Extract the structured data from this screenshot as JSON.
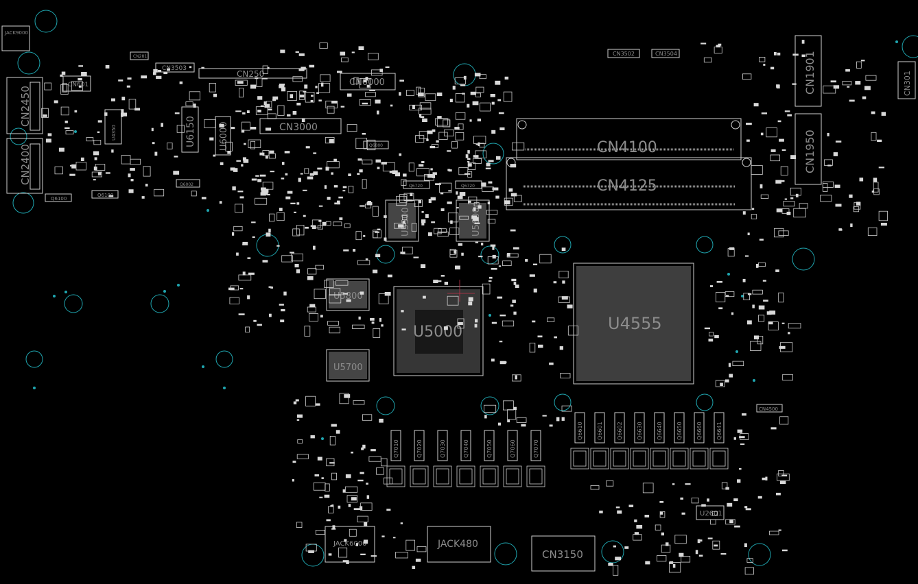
{
  "board": {
    "background": "#000000",
    "outline_color": "#cfcfcf",
    "hole_color": "#1fa6b0",
    "label_color": "#8c8c8c"
  },
  "labels": {
    "jack9000": "JACK9000",
    "cn2450": "CN2450",
    "cn2400": "CN2400",
    "cn601": "CN601",
    "cn3503": "CN3503",
    "cn250": "CN250",
    "cn6000": "CN6000",
    "cn3000": "CN3000",
    "cn3502": "CN3502",
    "cn3504": "CN3504",
    "cn4100": "CN4100",
    "cn4125": "CN4125",
    "cn1901": "CN1901",
    "cn1950": "CN1950",
    "cn301": "CN301",
    "u6150": "U6150",
    "u6000": "U6000",
    "u5500": "U5500",
    "u5600": "U5600",
    "u5800": "U5800",
    "u5000": "U5000",
    "u5700": "U5700",
    "u4555": "U4555",
    "u2601": "U2601",
    "cn4500": "CN4500",
    "jack6000": "JACK6000",
    "jack480": "JACK480",
    "cn3150": "CN3150",
    "q6100": "Q6100",
    "q6101": "Q6100",
    "q6002": "Q6002",
    "q6800": "Q6800",
    "q6720a": "Q6720",
    "q6720b": "Q6720",
    "cn281": "CN281",
    "u4350": "U4350"
  },
  "inductors_top": [
    "Q6610",
    "Q6601",
    "Q6602",
    "Q6630",
    "Q6640",
    "Q6650",
    "Q6660",
    "Q6641"
  ],
  "inductors_bottom": [
    "Q7010",
    "Q7020",
    "Q7030",
    "Q7040",
    "Q7050",
    "Q7060",
    "Q7070"
  ]
}
